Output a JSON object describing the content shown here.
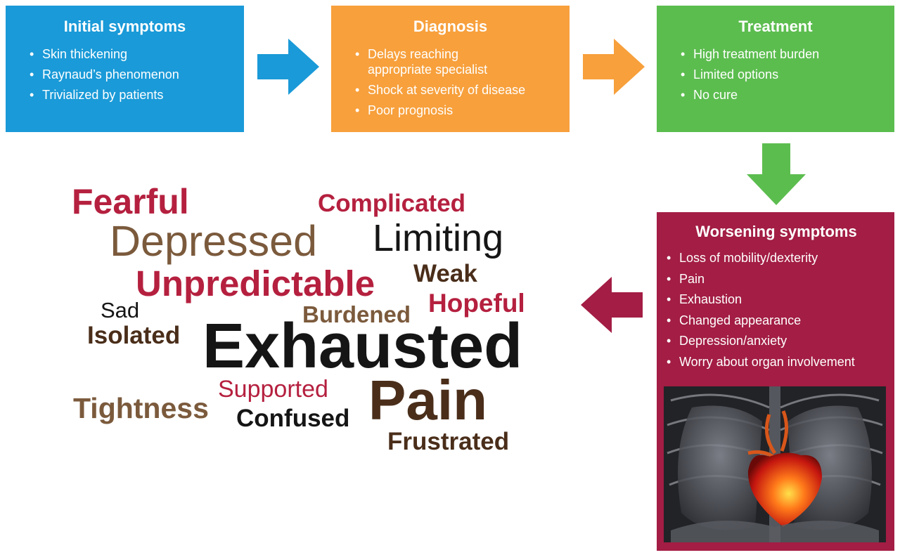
{
  "steps": {
    "initial": {
      "title": "Initial symptoms",
      "items": [
        "Skin thickening",
        "Raynaud’s phenomenon",
        "Trivialized by patients"
      ],
      "color": "#1a9ad8"
    },
    "diagnosis": {
      "title": "Diagnosis",
      "items": [
        "Delays reaching appropriate specialist",
        "Shock at severity of disease",
        "Poor prognosis"
      ],
      "color": "#f7a03c"
    },
    "treatment": {
      "title": "Treatment",
      "items": [
        "High treatment burden",
        "Limited options",
        "No cure"
      ],
      "color": "#5cbd4f"
    },
    "worsening": {
      "title": "Worsening symptoms",
      "items": [
        "Loss of mobility/dexterity",
        "Pain",
        "Exhaustion",
        "Changed appearance",
        "Depression/anxiety",
        "Worry about organ involvement"
      ],
      "color": "#a31d44"
    }
  },
  "word_cloud": {
    "words": [
      "Fearful",
      "Complicated",
      "Depressed",
      "Limiting",
      "Unpredictable",
      "Weak",
      "Sad",
      "Burdened",
      "Hopeful",
      "Isolated",
      "Exhausted",
      "Supported",
      "Pain",
      "Tightness",
      "Confused",
      "Frustrated"
    ]
  },
  "colors": {
    "crimson": "#b5203f",
    "brown": "#7b5a3c",
    "dark_brown": "#4a2e1a",
    "black": "#151515"
  },
  "icons": {
    "arrows": [
      "arrow-right-icon",
      "arrow-right-icon",
      "arrow-down-icon",
      "arrow-left-icon"
    ],
    "image": "heart-lungs-xray-image"
  }
}
